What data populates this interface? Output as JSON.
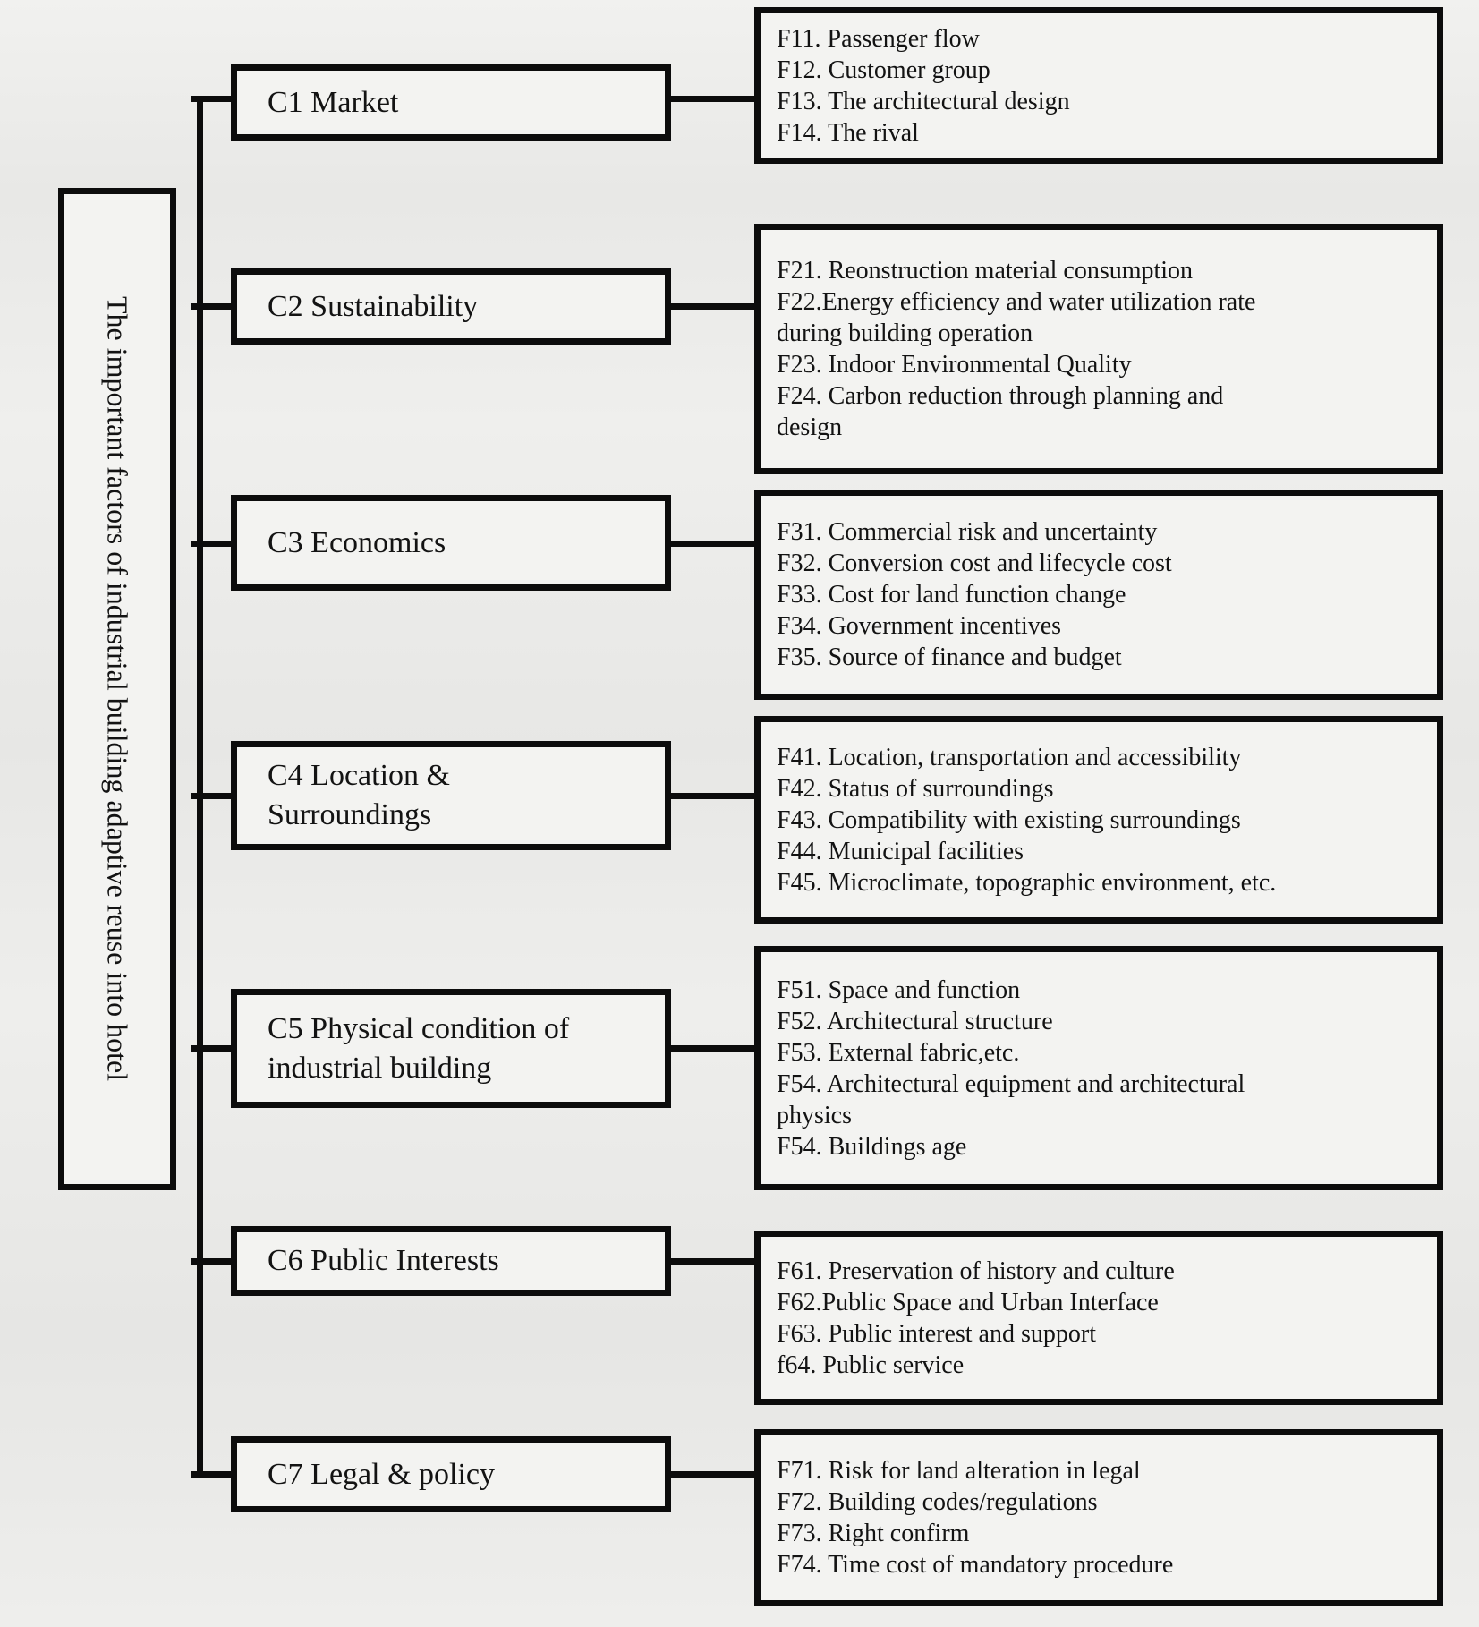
{
  "root_label": "The important factors of industrial building adaptive reuse into hotel",
  "colors": {
    "border": "#0c0c0c",
    "box_fill": "#f3f3f1",
    "background": "#ebebe9"
  },
  "categories": [
    {
      "label": "C1 Market",
      "factors": [
        "F11. Passenger flow",
        "F12. Customer group",
        "F13. The architectural design",
        "F14. The rival"
      ]
    },
    {
      "label": "C2 Sustainability",
      "factors": [
        "F21. Reonstruction material consumption",
        "F22.Energy efficiency and water utilization rate\nduring building operation",
        "F23. Indoor Environmental Quality",
        "F24. Carbon reduction through planning and\ndesign"
      ]
    },
    {
      "label": "C3 Economics",
      "factors": [
        "F31. Commercial risk and uncertainty",
        "F32. Conversion cost and lifecycle cost",
        "F33. Cost for land function change",
        "F34. Government incentives",
        "F35. Source of finance and budget"
      ]
    },
    {
      "label": "C4 Location &\nSurroundings",
      "factors": [
        "F41. Location, transportation and accessibility",
        "F42. Status of surroundings",
        "F43. Compatibility with existing surroundings",
        "F44. Municipal facilities",
        "F45. Microclimate, topographic environment, etc."
      ]
    },
    {
      "label": "C5 Physical condition of\nindustrial building",
      "factors": [
        "F51. Space and function",
        "F52. Architectural structure",
        "F53. External fabric,etc.",
        "F54. Architectural equipment and architectural\nphysics",
        "F54. Buildings age"
      ]
    },
    {
      "label": "C6 Public Interests",
      "factors": [
        "F61. Preservation of history and culture",
        "F62.Public Space and Urban Interface",
        "F63. Public interest and support",
        "f64. Public service"
      ]
    },
    {
      "label": "C7 Legal & policy",
      "factors": [
        "F71. Risk for land alteration in legal",
        "F72. Building codes/regulations",
        "F73. Right confirm",
        "F74. Time cost of mandatory procedure"
      ]
    }
  ]
}
